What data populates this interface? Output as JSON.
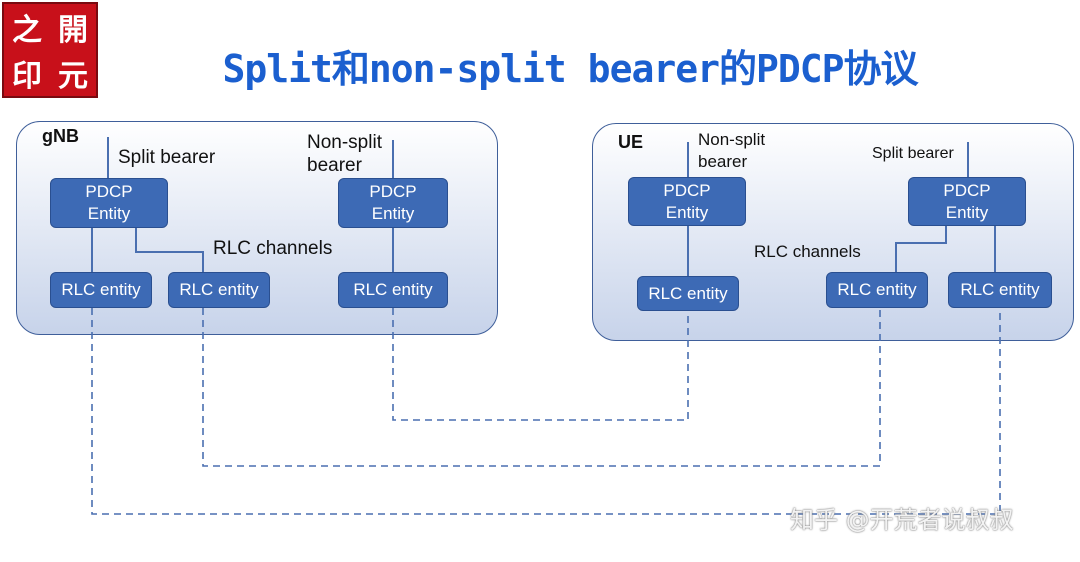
{
  "stamp": {
    "chars": [
      "之",
      "開",
      "印",
      "元"
    ]
  },
  "title": "Split和non-split bearer的PDCP协议",
  "gnb": {
    "label": "gNB",
    "split_bearer": "Split bearer",
    "nonsplit_bearer": [
      "Non-split",
      "bearer"
    ],
    "pdcp_split": [
      "PDCP",
      "Entity"
    ],
    "pdcp_nonsplit": [
      "PDCP",
      "Entity"
    ],
    "rlc_channels": "RLC channels",
    "rlc": [
      "RLC entity",
      "RLC entity",
      "RLC entity"
    ]
  },
  "ue": {
    "label": "UE",
    "nonsplit_bearer": [
      "Non-split",
      "bearer"
    ],
    "split_bearer": "Split bearer",
    "pdcp_nonsplit": [
      "PDCP",
      "Entity"
    ],
    "pdcp_split": [
      "PDCP",
      "Entity"
    ],
    "rlc_channels": "RLC channels",
    "rlc": [
      "RLC entity",
      "RLC entity",
      "RLC entity"
    ]
  },
  "colors": {
    "title": "#1b5fcf",
    "box": "#3d6ab5",
    "line": "#4a6fb0"
  },
  "watermark": "知乎 @开荒者说叔叔"
}
